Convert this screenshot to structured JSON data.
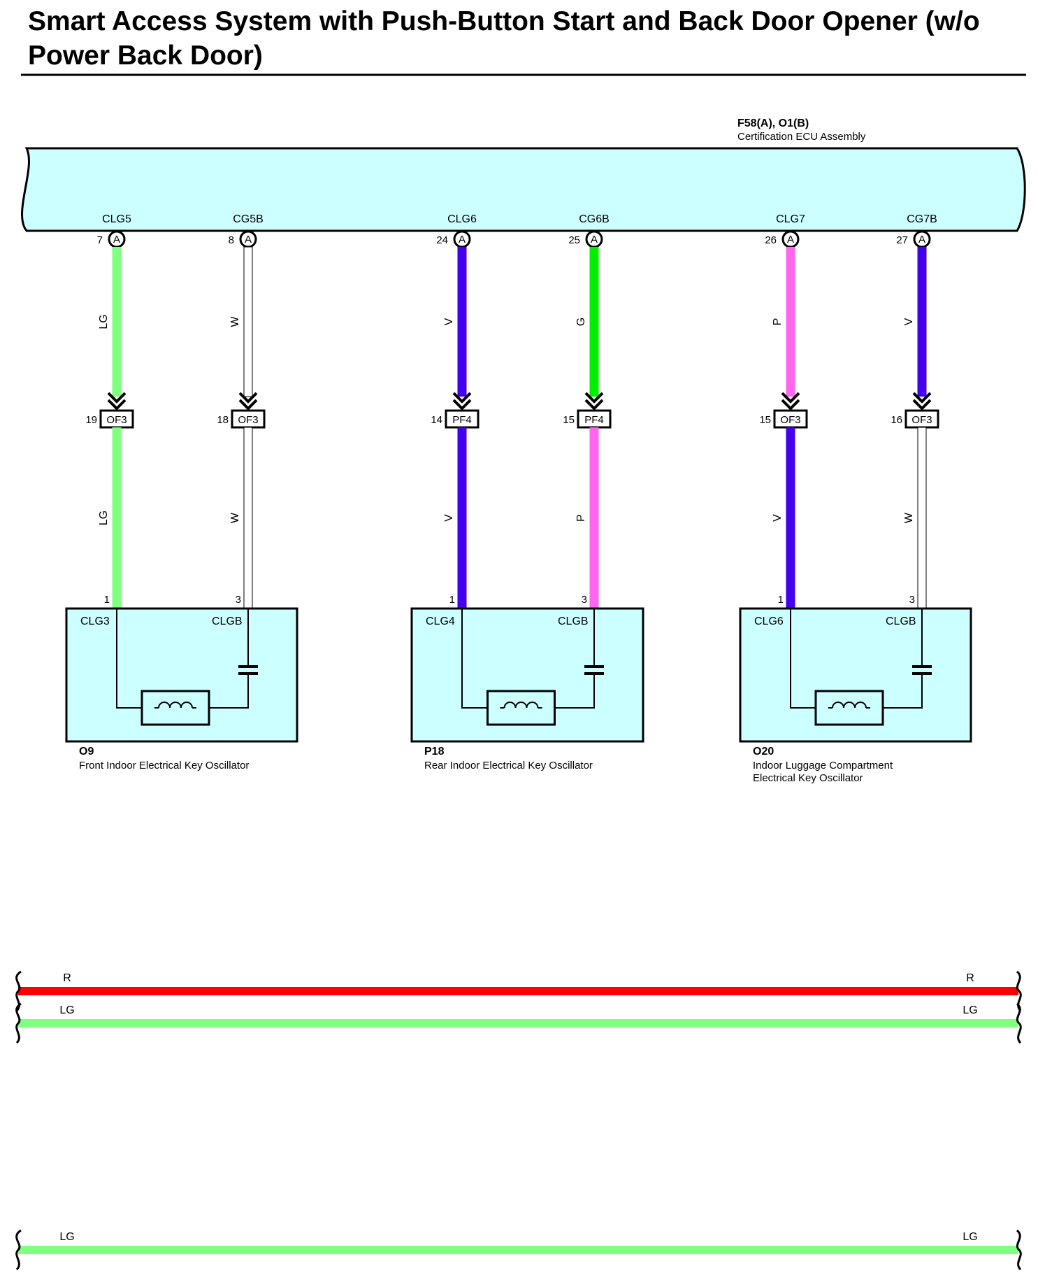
{
  "title": "Smart Access System with Push-Button Start and Back Door Opener (w/o Power Back Door)",
  "ecu": {
    "code": "F58(A), O1(B)",
    "name": "Certification ECU Assembly"
  },
  "terminals": [
    {
      "label": "CLG5",
      "pin": "7",
      "letter": "A"
    },
    {
      "label": "CG5B",
      "pin": "8",
      "letter": "A"
    },
    {
      "label": "CLG6",
      "pin": "24",
      "letter": "A"
    },
    {
      "label": "CG6B",
      "pin": "25",
      "letter": "A"
    },
    {
      "label": "CLG7",
      "pin": "26",
      "letter": "A"
    },
    {
      "label": "CG7B",
      "pin": "27",
      "letter": "A"
    }
  ],
  "upper_wires": [
    {
      "color_code": "LG",
      "color": "#80ff80"
    },
    {
      "color_code": "W",
      "color": "#ffffff"
    },
    {
      "color_code": "V",
      "color": "#4400ee"
    },
    {
      "color_code": "G",
      "color": "#00ee00"
    },
    {
      "color_code": "P",
      "color": "#ff66ee"
    },
    {
      "color_code": "V",
      "color": "#4400ee"
    }
  ],
  "connectors": [
    {
      "pin": "19",
      "name": "OF3"
    },
    {
      "pin": "18",
      "name": "OF3"
    },
    {
      "pin": "14",
      "name": "PF4"
    },
    {
      "pin": "15",
      "name": "PF4"
    },
    {
      "pin": "15",
      "name": "OF3"
    },
    {
      "pin": "16",
      "name": "OF3"
    }
  ],
  "lower_wires": [
    {
      "color_code": "LG",
      "color": "#80ff80"
    },
    {
      "color_code": "W",
      "color": "#ffffff"
    },
    {
      "color_code": "V",
      "color": "#4400ee"
    },
    {
      "color_code": "P",
      "color": "#ff66ee"
    },
    {
      "color_code": "V",
      "color": "#4400ee"
    },
    {
      "color_code": "W",
      "color": "#ffffff"
    }
  ],
  "oscillators": [
    {
      "code": "O9",
      "name_line1": "Front Indoor Electrical Key Oscillator",
      "name_line2": "",
      "term_left": "CLG3",
      "term_right": "CLGB",
      "pin_left": "1",
      "pin_right": "3"
    },
    {
      "code": "P18",
      "name_line1": "Rear Indoor Electrical Key Oscillator",
      "name_line2": "",
      "term_left": "CLG4",
      "term_right": "CLGB",
      "pin_left": "1",
      "pin_right": "3"
    },
    {
      "code": "O20",
      "name_line1": "Indoor Luggage Compartment",
      "name_line2": "Electrical Key Oscillator",
      "term_left": "CLG6",
      "term_right": "CLGB",
      "pin_left": "1",
      "pin_right": "3"
    }
  ],
  "bus_lines": [
    {
      "label_left": "R",
      "label_right": "R",
      "color": "#ff0000"
    },
    {
      "label_left": "LG",
      "label_right": "LG",
      "color": "#80ff80"
    },
    {
      "label_left": "LG",
      "label_right": "LG",
      "color": "#80ff80"
    }
  ],
  "colors": {
    "component_fill": "#ccffff",
    "outline": "#000000"
  }
}
